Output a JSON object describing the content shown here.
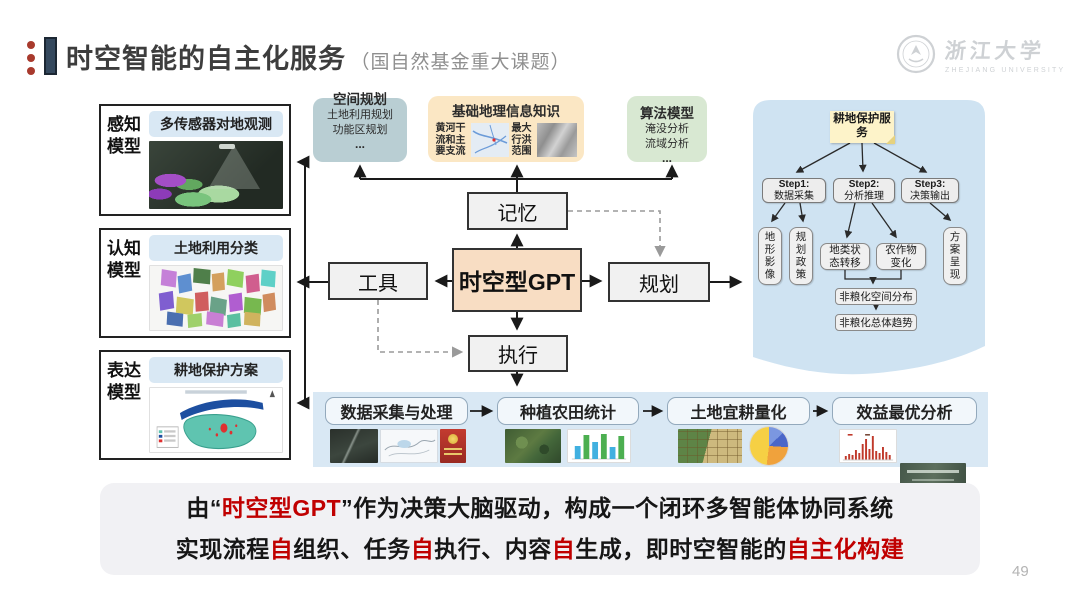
{
  "page_number": "49",
  "colors": {
    "accent_red": "#c00000",
    "gpt_box_peach": "#f8ddc3",
    "service_panel_blue": "#cfe3f2",
    "pipeline_strip_blue": "#d9e8f4"
  },
  "header": {
    "title": "时空智能的自主化服务",
    "subtitle": "（国自然基金重大课题）",
    "logo_cn": "浙江大学",
    "logo_en": "ZHEJIANG UNIVERSITY"
  },
  "left_models": [
    {
      "label": "感知模型",
      "title": "多传感器对地观测"
    },
    {
      "label": "认知模型",
      "title": "土地利用分类"
    },
    {
      "label": "表达模型",
      "title": "耕地保护方案"
    }
  ],
  "knowledge": {
    "spatial": {
      "title": "空间规划",
      "items": [
        "土地利用规划",
        "功能区规划",
        "..."
      ]
    },
    "geo": {
      "title": "基础地理信息知识",
      "item1": "黄河干流和主要支流",
      "item2": "最大行洪范围"
    },
    "algo": {
      "title": "算法模型",
      "items": [
        "淹没分析",
        "流域分析",
        "..."
      ]
    }
  },
  "core": {
    "memory": "记忆",
    "gpt": "时空型GPT",
    "tools": "工具",
    "planning": "规划",
    "execution": "执行"
  },
  "panel": {
    "note": "耕地保护服务",
    "steps": [
      {
        "no": "Step1:",
        "label": "数据采集"
      },
      {
        "no": "Step2:",
        "label": "分析推理"
      },
      {
        "no": "Step3:",
        "label": "决策输出"
      }
    ],
    "inputs": [
      "地形影像",
      "规划政策"
    ],
    "analysis": [
      "地类状态转移",
      "农作物变化"
    ],
    "output_side": "方案呈现",
    "results": [
      "非粮化空间分布",
      "非粮化总体趋势"
    ]
  },
  "pipeline": {
    "stages": [
      "数据采集与处理",
      "种植农田统计",
      "土地宜耕量化",
      "效益最优分析"
    ]
  },
  "summary": {
    "line1": {
      "s1": "由“",
      "s2": "时空型GPT",
      "s3": "”作为决策大脑驱动，构成一个闭环多智能体协同系统"
    },
    "line2": {
      "s1": "实现流程",
      "s2": "自",
      "s3": "组织、任务",
      "s4": "自",
      "s5": "执行、内容",
      "s6": "自",
      "s7": "生成，即时空智能的",
      "s8": "自主化构建"
    }
  }
}
